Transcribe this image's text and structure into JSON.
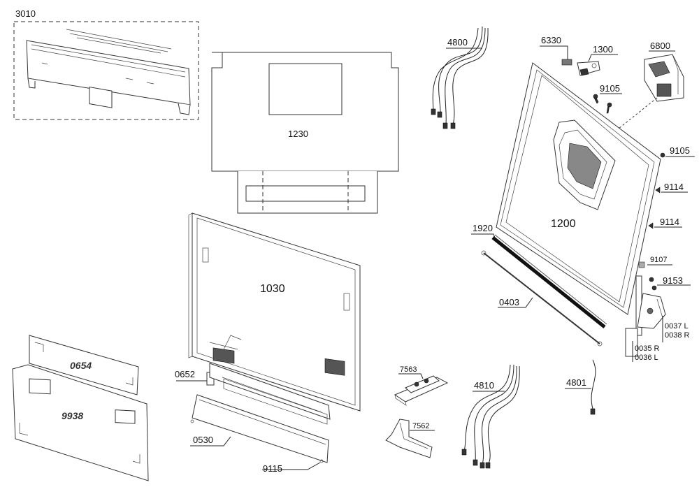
{
  "labels": {
    "p3010": "3010",
    "p1230": "1230",
    "p4800": "4800",
    "p6330": "6330",
    "p1300": "1300",
    "p6800": "6800",
    "p9105a": "9105",
    "p9105b": "9105",
    "p9114a": "9114",
    "p9114b": "9114",
    "p1200": "1200",
    "p1920": "1920",
    "p9107": "9107",
    "p9153": "9153",
    "p0403": "0403",
    "p0037": "0037 L",
    "p0038": "0038 R",
    "p0035": "0035 R",
    "p0036": "0036 L",
    "p4801": "4801",
    "p1030": "1030",
    "p0654": "0654",
    "p0652": "0652",
    "p9938": "9938",
    "p7563": "7563",
    "p4810": "4810",
    "p7562": "7562",
    "p0530": "0530",
    "p9115": "9115"
  }
}
